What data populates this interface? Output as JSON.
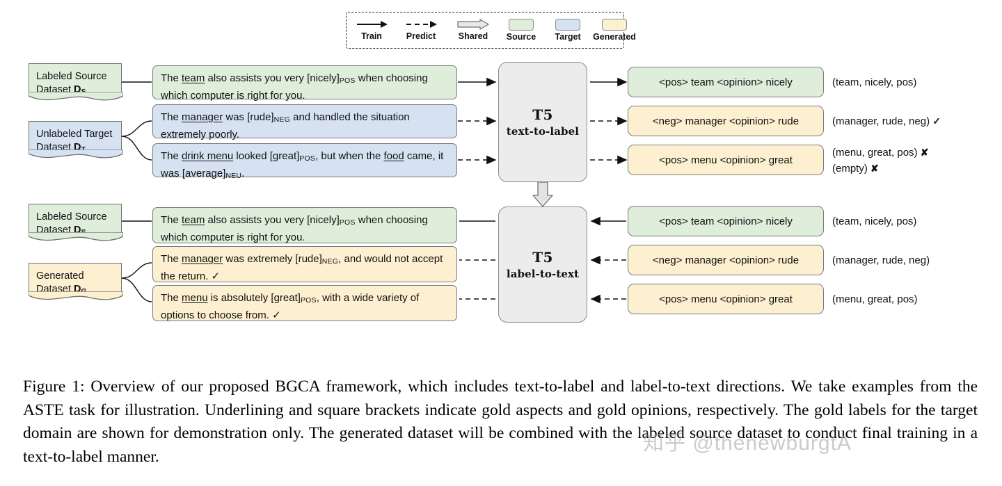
{
  "legend": {
    "items": [
      {
        "label": "Train",
        "glyph": "solid-arrow-icon"
      },
      {
        "label": "Predict",
        "glyph": "dashed-arrow-icon"
      },
      {
        "label": "Shared",
        "glyph": "block-arrow-icon"
      },
      {
        "label": "Source",
        "glyph": "green-swatch",
        "color": "#dfeedb"
      },
      {
        "label": "Target",
        "glyph": "blue-swatch",
        "color": "#d6e2f2"
      },
      {
        "label": "Generated",
        "glyph": "yellow-swatch",
        "color": "#fdf0d0"
      }
    ]
  },
  "top": {
    "datasets": [
      {
        "line1": "Labeled Source",
        "line2": "Dataset ",
        "symbol": "D",
        "symbol_sub": "S",
        "type": "source"
      },
      {
        "line1": "Unlabeled Target",
        "line2": "Dataset ",
        "symbol": "D",
        "symbol_sub": "T",
        "type": "target"
      }
    ],
    "model": {
      "title": "T5",
      "subtitle": "text-to-label"
    },
    "sentences": [
      {
        "type": "source",
        "parts": [
          {
            "t": "The "
          },
          {
            "t": "team",
            "u": true
          },
          {
            "t": " also assists you very [nicely]"
          },
          {
            "t": "POS",
            "sub": true
          },
          {
            "t": " when choosing which computer is right for you."
          }
        ]
      },
      {
        "type": "target",
        "parts": [
          {
            "t": "The "
          },
          {
            "t": "manager",
            "u": true
          },
          {
            "t": " was [rude]"
          },
          {
            "t": "NEG",
            "sub": true
          },
          {
            "t": " and handled the situation extremely poorly."
          }
        ]
      },
      {
        "type": "target",
        "parts": [
          {
            "t": "The "
          },
          {
            "t": "drink menu",
            "u": true
          },
          {
            "t": " looked [great]"
          },
          {
            "t": "POS",
            "sub": true
          },
          {
            "t": ", but when the "
          },
          {
            "t": "food",
            "u": true
          },
          {
            "t": " came, it was [average]"
          },
          {
            "t": "NEU",
            "sub": true
          },
          {
            "t": "."
          }
        ]
      }
    ],
    "labels": [
      {
        "text": "<pos> team <opinion> nicely",
        "type": "source"
      },
      {
        "text": "<neg> manager <opinion> rude",
        "type": "generated"
      },
      {
        "text": "<pos> menu <opinion> great",
        "type": "generated"
      }
    ],
    "tuples": [
      {
        "lines": [
          {
            "text": "(team, nicely, pos)",
            "mark": ""
          }
        ]
      },
      {
        "lines": [
          {
            "text": "(manager, rude, neg)",
            "mark": "✓"
          }
        ]
      },
      {
        "lines": [
          {
            "text": "(menu, great, pos)",
            "mark": "✘"
          },
          {
            "text": "(empty)",
            "mark": "✘"
          }
        ]
      }
    ]
  },
  "bottom": {
    "datasets": [
      {
        "line1": "Labeled Source",
        "line2": "Dataset ",
        "symbol": "D",
        "symbol_sub": "S",
        "type": "source"
      },
      {
        "line1": "Generated",
        "line2": "Dataset ",
        "symbol": "D",
        "symbol_sub": "G",
        "type": "generated"
      }
    ],
    "model": {
      "title": "T5",
      "subtitle": "label-to-text"
    },
    "sentences": [
      {
        "type": "source",
        "parts": [
          {
            "t": "The "
          },
          {
            "t": "team",
            "u": true
          },
          {
            "t": " also assists you very [nicely]"
          },
          {
            "t": "POS",
            "sub": true
          },
          {
            "t": " when choosing which computer is right for you."
          }
        ]
      },
      {
        "type": "generated",
        "parts": [
          {
            "t": "The "
          },
          {
            "t": "manager",
            "u": true
          },
          {
            "t": " was extremely [rude]"
          },
          {
            "t": "NEG",
            "sub": true
          },
          {
            "t": ", and would not accept the return. ✓"
          }
        ]
      },
      {
        "type": "generated",
        "parts": [
          {
            "t": "The "
          },
          {
            "t": "menu",
            "u": true
          },
          {
            "t": " is absolutely [great]"
          },
          {
            "t": "POS",
            "sub": true
          },
          {
            "t": ", with a wide variety of options to choose from. ✓"
          }
        ]
      }
    ],
    "labels": [
      {
        "text": "<pos> team <opinion> nicely",
        "type": "source"
      },
      {
        "text": "<neg> manager <opinion> rude",
        "type": "generated"
      },
      {
        "text": "<pos> menu <opinion> great",
        "type": "generated"
      }
    ],
    "tuples": [
      {
        "lines": [
          {
            "text": "(team, nicely, pos)",
            "mark": ""
          }
        ]
      },
      {
        "lines": [
          {
            "text": "(manager, rude, neg)",
            "mark": ""
          }
        ]
      },
      {
        "lines": [
          {
            "text": "(menu, great, pos)",
            "mark": ""
          }
        ]
      }
    ]
  },
  "caption": "Figure 1: Overview of our proposed BGCA framework, which includes text-to-label and label-to-text directions. We take examples from the ASTE task for illustration. Underlining and square brackets indicate gold aspects and gold opinions, respectively. The gold labels for the target domain are shown for demonstration only. The generated dataset will be combined with the labeled source dataset to conduct final training in a text-to-label manner.",
  "watermark": "知乎 @thenewburgtA"
}
